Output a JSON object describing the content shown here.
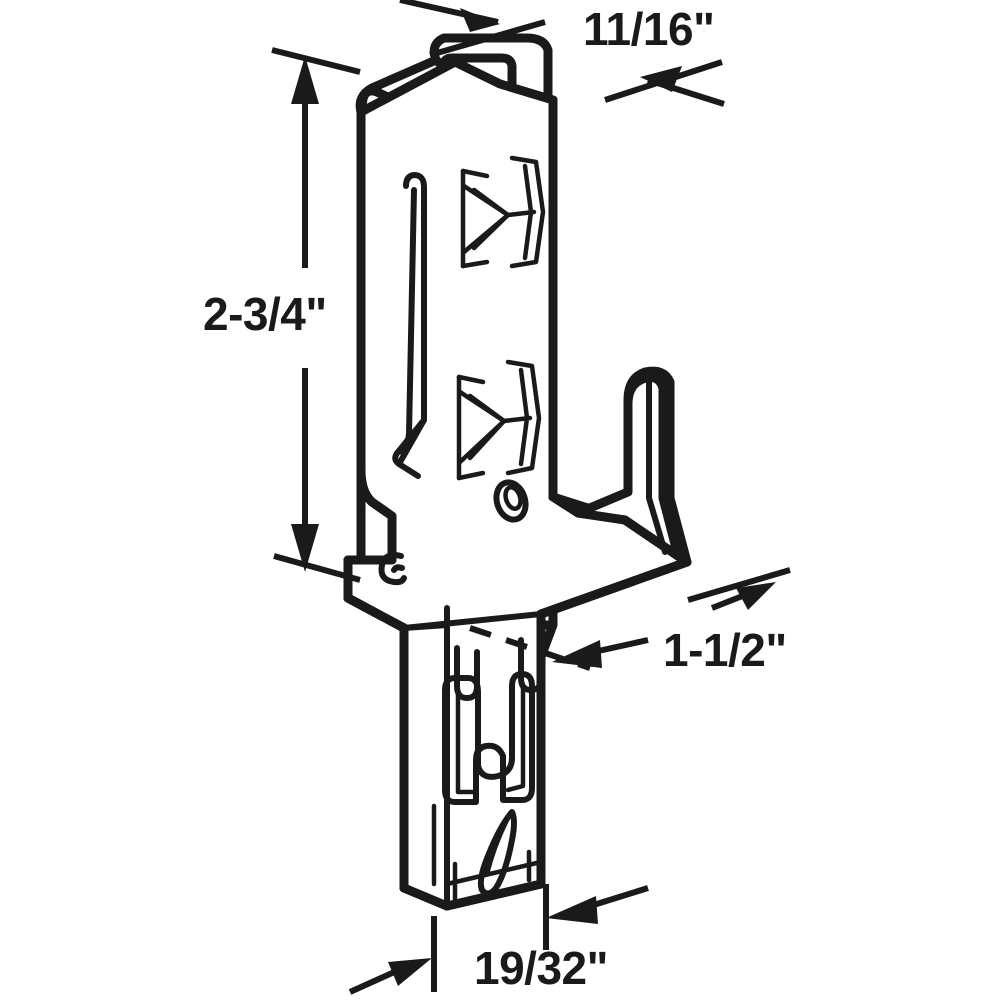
{
  "drawing": {
    "title": "Window Balance Shoe Bracket Dimension Drawing",
    "view": "isometric line drawing",
    "line_color": "#1a1a1a",
    "fill_color": "#ffffff",
    "background_color": "#ffffff"
  },
  "dimensions": {
    "top_width": {
      "value": "11/16\"",
      "name": "top-width-dimension",
      "orientation": "diagonal-top-right"
    },
    "height": {
      "value": "2-3/4\"",
      "name": "overall-height-dimension",
      "orientation": "vertical-left"
    },
    "depth": {
      "value": "1-1/2\"",
      "name": "body-depth-dimension",
      "orientation": "diagonal-right"
    },
    "bottom_width": {
      "value": "19/32\"",
      "name": "bottom-width-dimension",
      "orientation": "horizontal-bottom"
    }
  },
  "icons": {
    "arrow": "arrow-head-icon",
    "dimension_line": "dimension-line-icon",
    "extension_line": "extension-line-icon",
    "dashed_leader": "dashed-leader-line-icon"
  }
}
